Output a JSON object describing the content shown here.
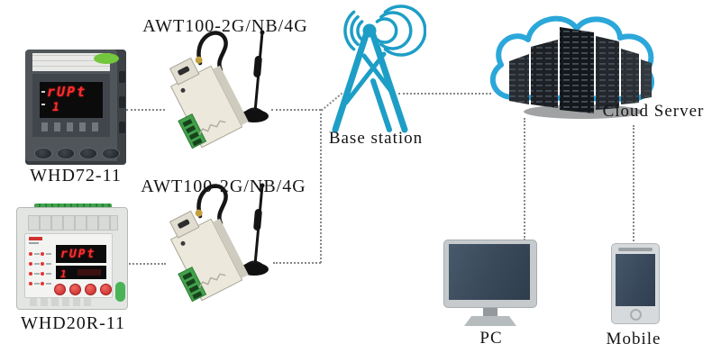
{
  "diagram": {
    "devices": {
      "whd72": {
        "label": "WHD72-11",
        "display_line1": "rUPt",
        "display_line2": "1"
      },
      "whd20r": {
        "label": "WHD20R-11",
        "display_line1": "rUPt",
        "display_line2": "1"
      },
      "module1": {
        "label": "AWT100-2G/NB/4G"
      },
      "module2": {
        "label": "AWT100-2G/NB/4G"
      },
      "base_station": {
        "label": "Base station"
      },
      "cloud_server": {
        "label": "Cloud Server"
      },
      "pc": {
        "label": "PC"
      },
      "mobile": {
        "label": "Mobile"
      }
    },
    "colors": {
      "tower": "#1d9ec6",
      "cloud_outline": "#2ba7da",
      "connection_line": "#84888b",
      "seven_segment_red": "#ff2d2d",
      "screen_dark_blue": "#3b4b5c",
      "terminal_green": "#3ea34b",
      "accent_green": "#49b357"
    }
  }
}
